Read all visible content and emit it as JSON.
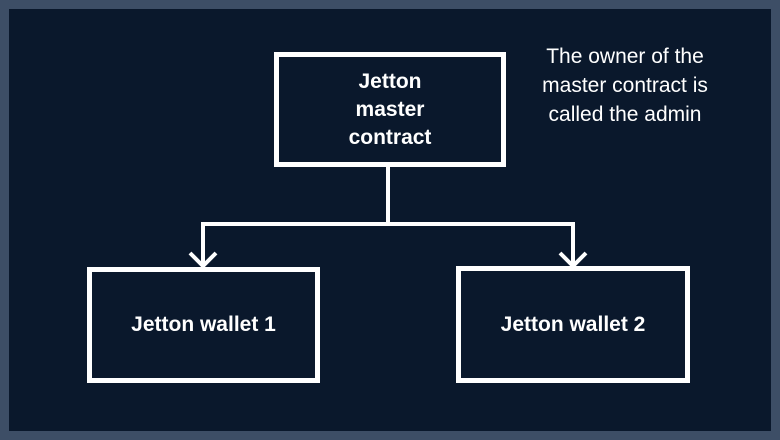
{
  "diagram": {
    "master": {
      "label": "Jetton master contract"
    },
    "wallets": [
      {
        "label": "Jetton wallet 1"
      },
      {
        "label": "Jetton wallet 2"
      }
    ],
    "note": "The owner of the master contract is called the admin"
  },
  "colors": {
    "background": "#0a182c",
    "frame": "#3d4e66",
    "stroke": "#ffffff",
    "text": "#ffffff"
  }
}
